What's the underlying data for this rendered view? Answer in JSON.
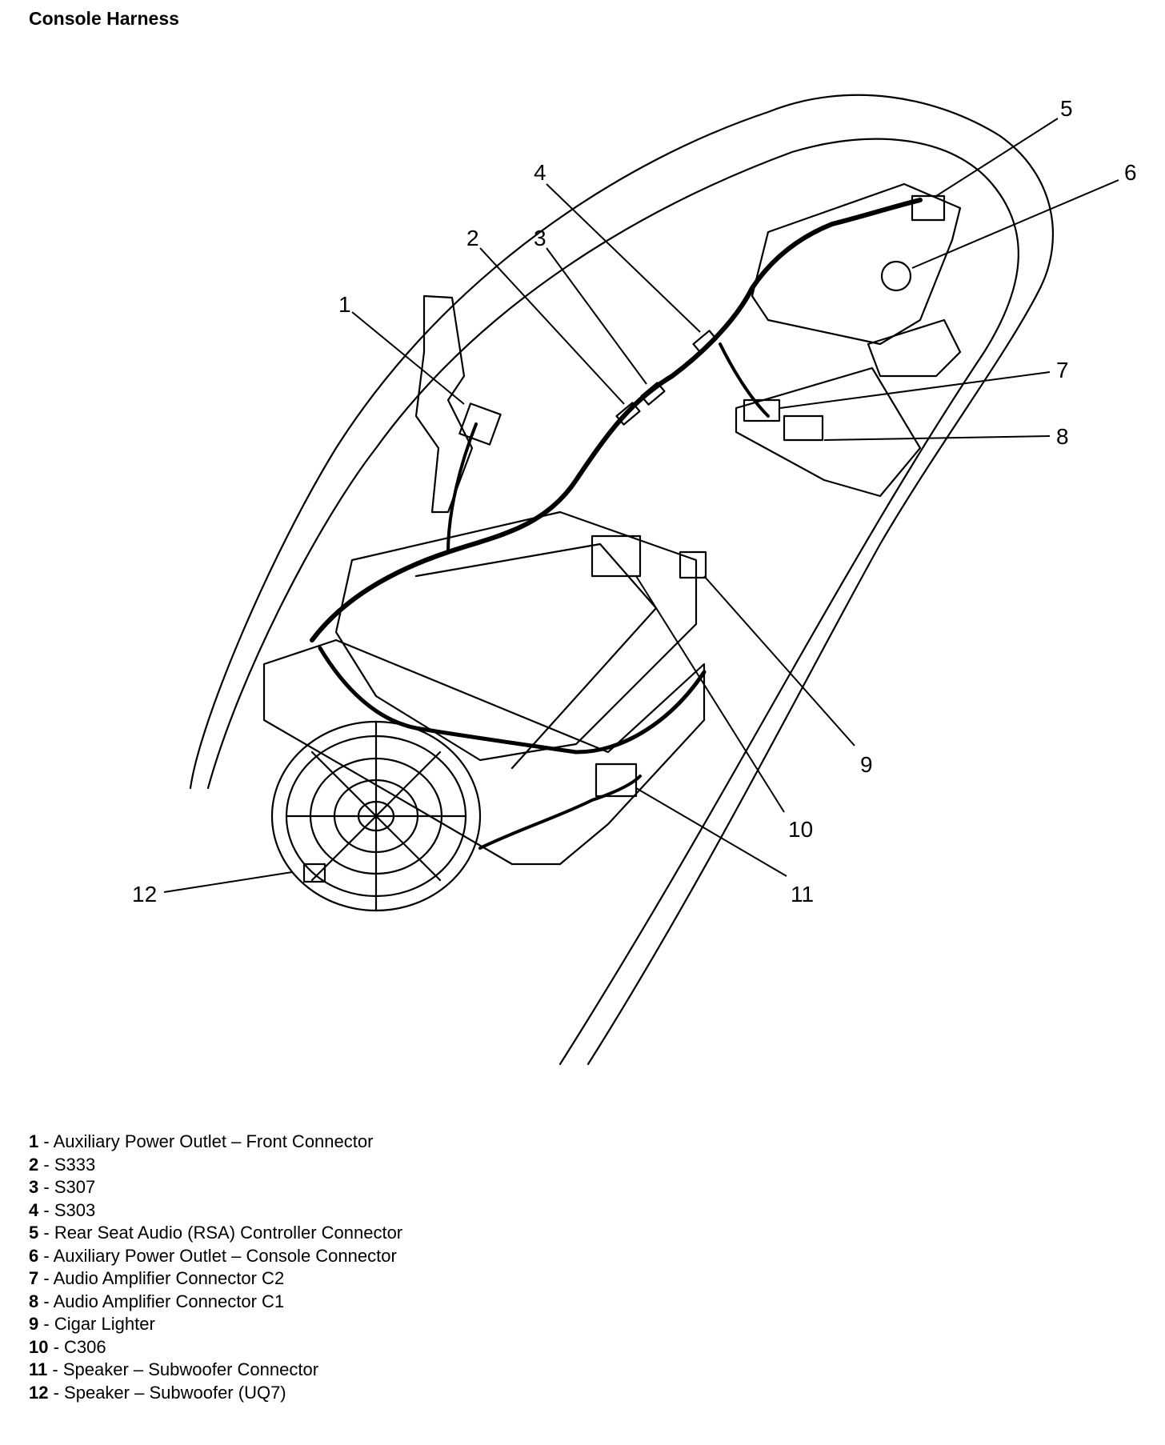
{
  "title": "Console Harness",
  "callouts": [
    "1",
    "2",
    "3",
    "4",
    "5",
    "6",
    "7",
    "8",
    "9",
    "10",
    "11",
    "12"
  ],
  "legend": [
    {
      "num": "1",
      "sep": " - ",
      "text": "Auxiliary Power Outlet – Front Connector"
    },
    {
      "num": "2",
      "sep": " - ",
      "text": "S333"
    },
    {
      "num": "3",
      "sep": " - ",
      "text": "S307"
    },
    {
      "num": "4",
      "sep": " - ",
      "text": "S303"
    },
    {
      "num": "5",
      "sep": " - ",
      "text": "Rear Seat Audio (RSA) Controller Connector"
    },
    {
      "num": "6",
      "sep": " - ",
      "text": "Auxiliary Power Outlet – Console Connector"
    },
    {
      "num": "7",
      "sep": " - ",
      "text": "Audio Amplifier Connector C2"
    },
    {
      "num": "8",
      "sep": " - ",
      "text": "Audio Amplifier Connector C1"
    },
    {
      "num": "9",
      "sep": " - ",
      "text": "Cigar Lighter"
    },
    {
      "num": "10",
      "sep": " - ",
      "text": "C306"
    },
    {
      "num": "11",
      "sep": " - ",
      "text": "Speaker – Subwoofer Connector"
    },
    {
      "num": "12",
      "sep": " - ",
      "text": "Speaker – Subwoofer (UQ7)"
    }
  ]
}
